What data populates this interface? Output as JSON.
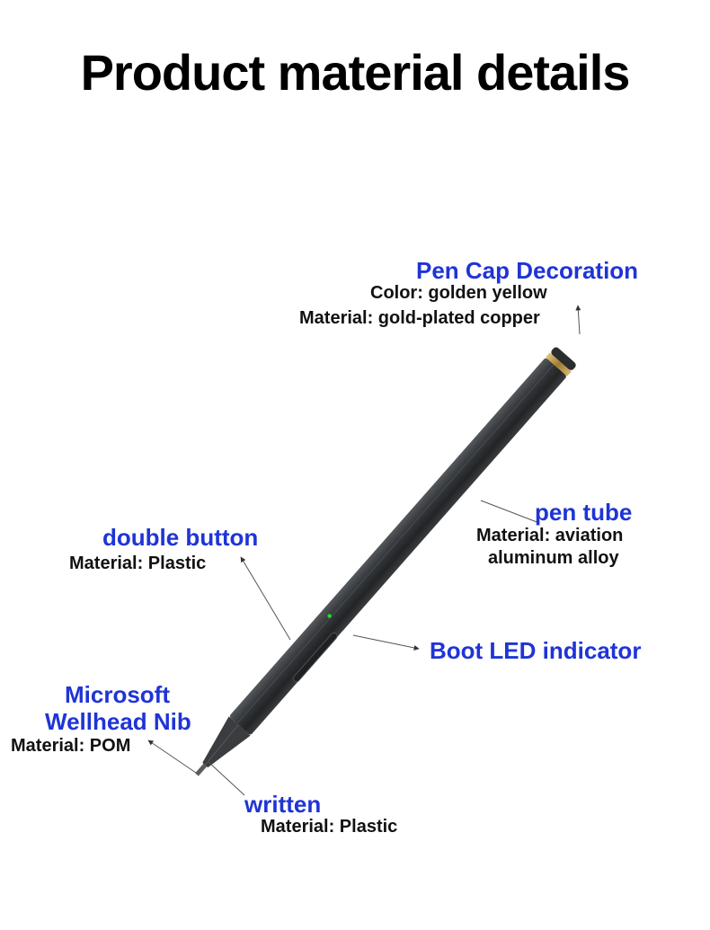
{
  "page": {
    "title": "Product material details"
  },
  "callouts": {
    "cap": {
      "heading": "Pen Cap Decoration",
      "line1": "Color: golden yellow",
      "line2": "Material: gold-plated copper"
    },
    "tube": {
      "heading": "pen tube",
      "line1": "Material: aviation",
      "line2": "aluminum alloy"
    },
    "button": {
      "heading": "double button",
      "line1": "Material: Plastic"
    },
    "led": {
      "heading": "Boot LED indicator"
    },
    "nib": {
      "heading_line1": "Microsoft",
      "heading_line2": "Wellhead Nib",
      "line1": "Material: POM"
    },
    "written": {
      "heading": "written",
      "line1": "Material: Plastic"
    }
  },
  "colors": {
    "heading_blue": "#1f34d6",
    "text_black": "#111111",
    "pen_body": "#2c2e31",
    "cap_gold": "#b48a3c",
    "led_green": "#22dd22"
  }
}
